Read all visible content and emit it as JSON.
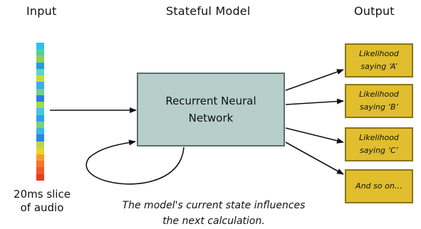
{
  "headings": {
    "input": "Input",
    "model": "Stateful Model",
    "output": "Output"
  },
  "audio": {
    "label": "20ms slice of audio",
    "colors": [
      "#2ec2e8",
      "#4fd1a0",
      "#8fd05a",
      "#1f9fe0",
      "#5ad6c8",
      "#c7d845",
      "#3ab0e8",
      "#6fd08a",
      "#2b7fe0",
      "#9fdc4a",
      "#45c8d8",
      "#2f9ff0",
      "#7cd27a",
      "#3bb8e0",
      "#2a86e6",
      "#b8d848",
      "#f0d030",
      "#f59e2a",
      "#f4762a",
      "#f05a2a",
      "#ec3a26"
    ]
  },
  "model": {
    "label": "Recurrent Neural Network"
  },
  "outputs": [
    {
      "label": "Likelihood saying ‘A’"
    },
    {
      "label": "Likelihood saying ‘B’"
    },
    {
      "label": "Likelihood saying ‘C’"
    },
    {
      "label": "And so on…"
    }
  ],
  "caption": "The model's current state influences the next calculation.",
  "colors": {
    "model_fill": "#b7cec9",
    "output_fill": "#e0be2e"
  }
}
